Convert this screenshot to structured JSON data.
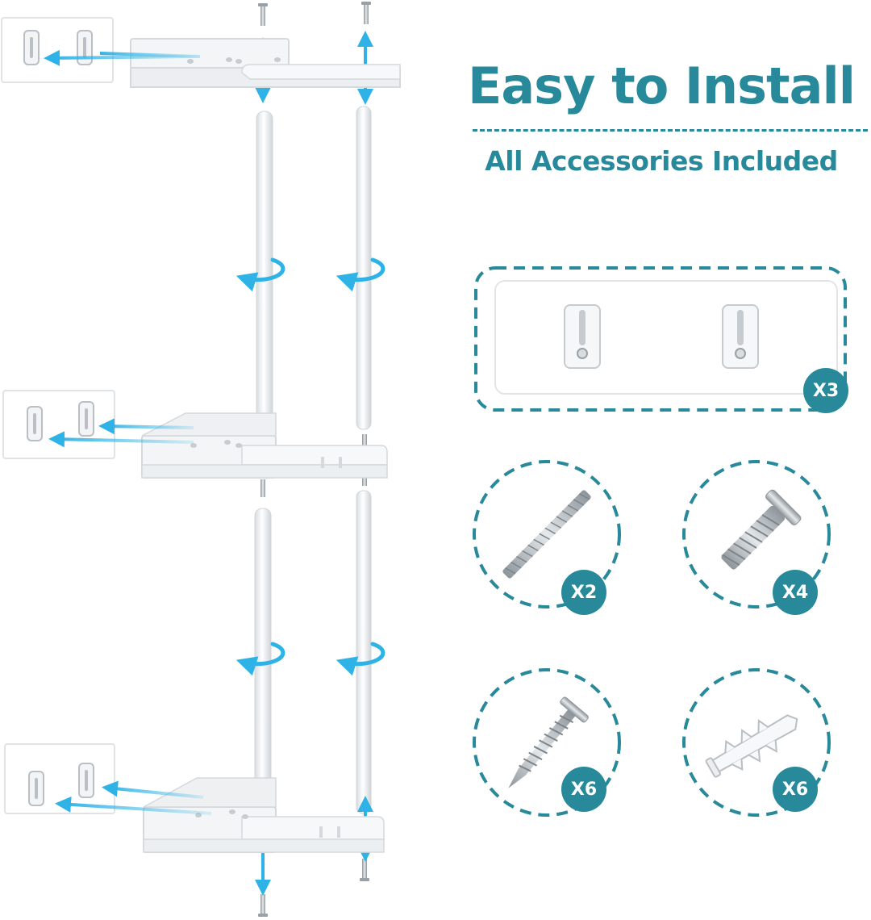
{
  "header": {
    "title": "Easy to Install",
    "subtitle": "All Accessories Included"
  },
  "accessories": [
    {
      "item": "adhesive-hook-plate",
      "quantity": "X3"
    },
    {
      "item": "threaded-rod",
      "quantity": "X2"
    },
    {
      "item": "bolt",
      "quantity": "X4"
    },
    {
      "item": "wood-screw",
      "quantity": "X6"
    },
    {
      "item": "wall-anchor",
      "quantity": "X6"
    }
  ],
  "colors": {
    "accent": "#27899a",
    "arrow": "#2fb3e6",
    "shelf": "#f4f5f6",
    "shelf_edge": "#d5d9dc",
    "metal": "#b9bfc4"
  }
}
